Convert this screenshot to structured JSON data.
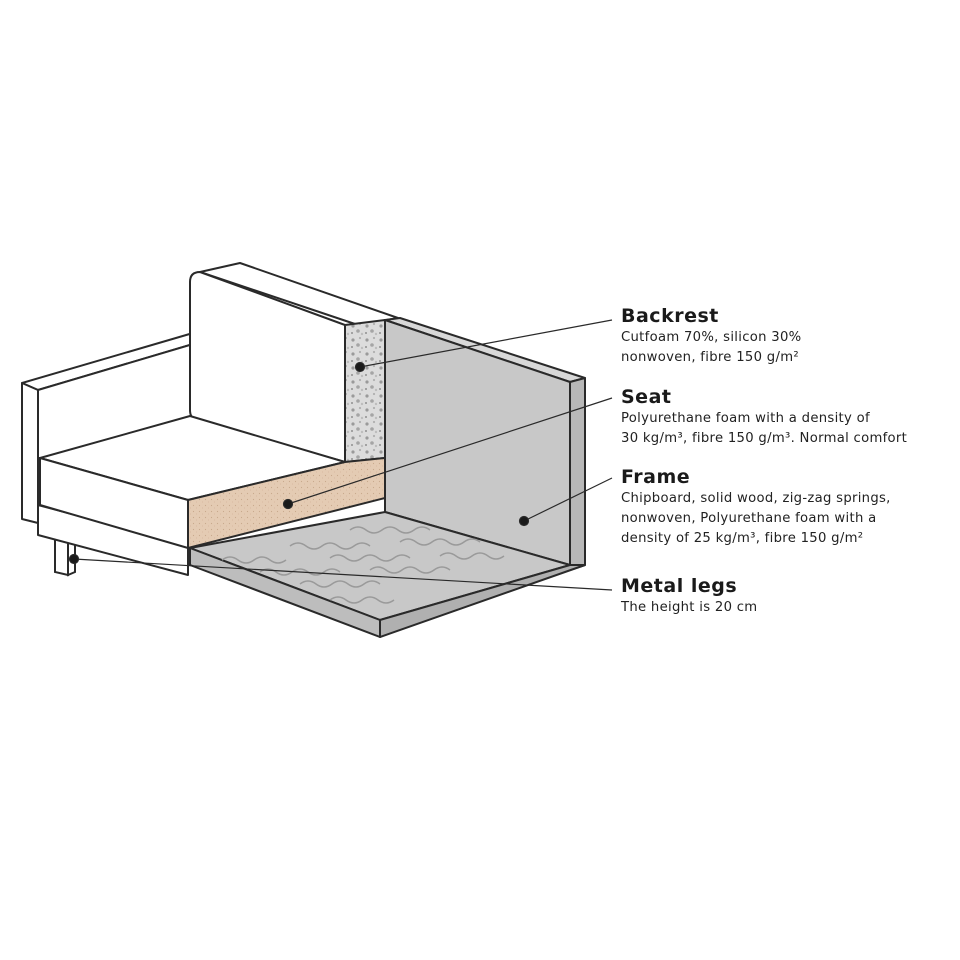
{
  "callouts": {
    "backrest": {
      "title": "Backrest",
      "line1": "Cutfoam 70%, silicon 30%",
      "line2": "nonwoven, fibre 150 g/m²"
    },
    "seat": {
      "title": "Seat",
      "line1": "Polyurethane foam with a density of",
      "line2": "30 kg/m³, fibre 150 g/m³. Normal comfort"
    },
    "frame": {
      "title": "Frame",
      "line1": "Chipboard, solid wood, zig-zag springs,",
      "line2": "nonwoven, Polyurethane foam with a",
      "line3": "density of 25 kg/m³, fibre 150 g/m²"
    },
    "legs": {
      "title": "Metal legs",
      "line1": "The height is 20 cm"
    }
  },
  "colors": {
    "outline": "#2a2a2a",
    "frame_fill": "#c8c8c8",
    "seat_foam": "#e2c8b0",
    "backrest_foam": "#d9d9d9",
    "background": "#ffffff"
  }
}
